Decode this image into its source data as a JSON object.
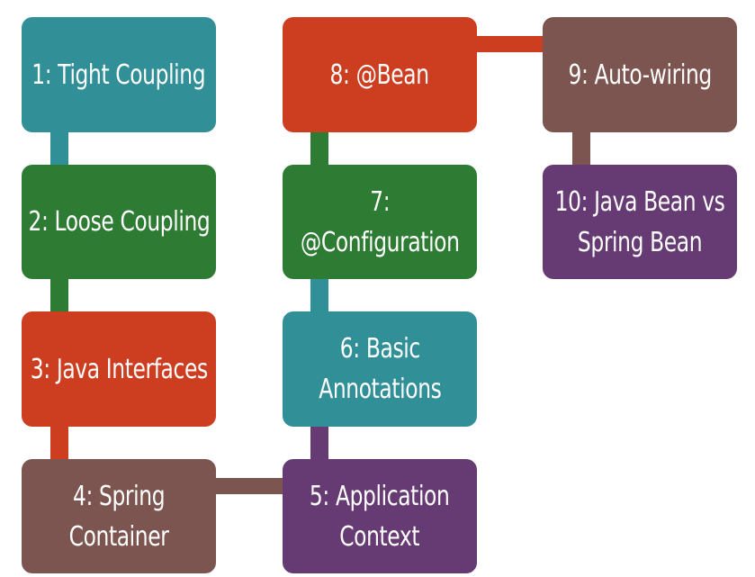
{
  "colors": {
    "teal": "#318f98",
    "green": "#2e7b33",
    "red": "#cd3d20",
    "brown": "#7d5550",
    "purple": "#663a72"
  },
  "steps": [
    {
      "id": "step-1",
      "lines": [
        "1: Tight Coupling"
      ]
    },
    {
      "id": "step-2",
      "lines": [
        "2: Loose Coupling"
      ]
    },
    {
      "id": "step-3",
      "lines": [
        "3: Java Interfaces"
      ]
    },
    {
      "id": "step-4",
      "lines": [
        "4: Spring",
        "Container"
      ]
    },
    {
      "id": "step-5",
      "lines": [
        "5: Application",
        "Context"
      ]
    },
    {
      "id": "step-6",
      "lines": [
        "6: Basic",
        "Annotations"
      ]
    },
    {
      "id": "step-7",
      "lines": [
        "7:",
        "@Configuration"
      ]
    },
    {
      "id": "step-8",
      "lines": [
        "8: @Bean"
      ]
    },
    {
      "id": "step-9",
      "lines": [
        "9: Auto-wiring"
      ]
    },
    {
      "id": "step-10",
      "lines": [
        "10: Java Bean vs",
        "Spring Bean"
      ]
    }
  ]
}
